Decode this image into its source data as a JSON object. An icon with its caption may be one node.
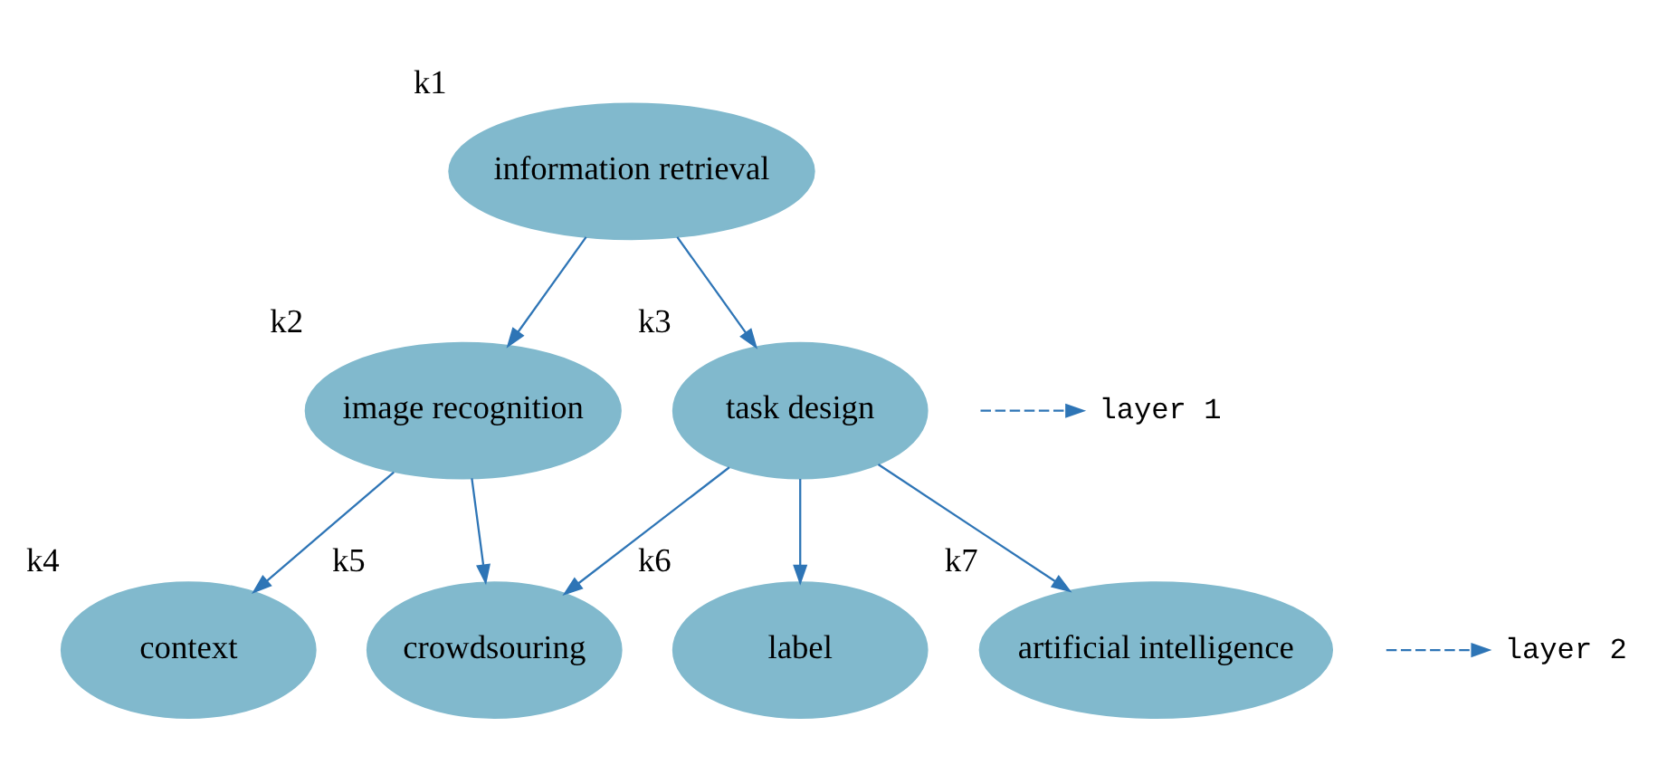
{
  "diagram": {
    "nodes": [
      {
        "text": [
          "information retrieval"
        ],
        "beside": [
          "k1"
        ]
      },
      {
        "text": [
          "image recognition"
        ],
        "beside": [
          "k2"
        ]
      },
      {
        "text": [
          "task design"
        ],
        "beside": [
          "k3"
        ]
      },
      {
        "text": [
          "context"
        ],
        "beside": [
          "k4"
        ]
      },
      {
        "text": [
          "crowdsouring"
        ],
        "beside": [
          "k5"
        ]
      },
      {
        "text": [
          "label"
        ],
        "beside": [
          "k6"
        ]
      },
      {
        "text": [
          "artificial intelligence"
        ],
        "beside": [
          "k7"
        ]
      },
      {
        "text": [
          "layer 1"
        ]
      },
      {
        "text": [
          "layer 2"
        ]
      }
    ],
    "edges": [
      {
        "from": 0,
        "to": 1,
        "arrow": "to"
      },
      {
        "from": 0,
        "to": 2,
        "arrow": "to"
      },
      {
        "from": 1,
        "to": 3,
        "arrow": "to"
      },
      {
        "from": 1,
        "to": 4,
        "arrow": "to"
      },
      {
        "from": 2,
        "to": 4,
        "arrow": "to"
      },
      {
        "from": 2,
        "to": 5,
        "arrow": "to"
      },
      {
        "from": 2,
        "to": 6,
        "arrow": "to"
      },
      {
        "from": null,
        "to": 7,
        "arrow": "to",
        "style": "dashed"
      },
      {
        "from": null,
        "to": 8,
        "arrow": "to",
        "style": "dashed"
      }
    ]
  }
}
